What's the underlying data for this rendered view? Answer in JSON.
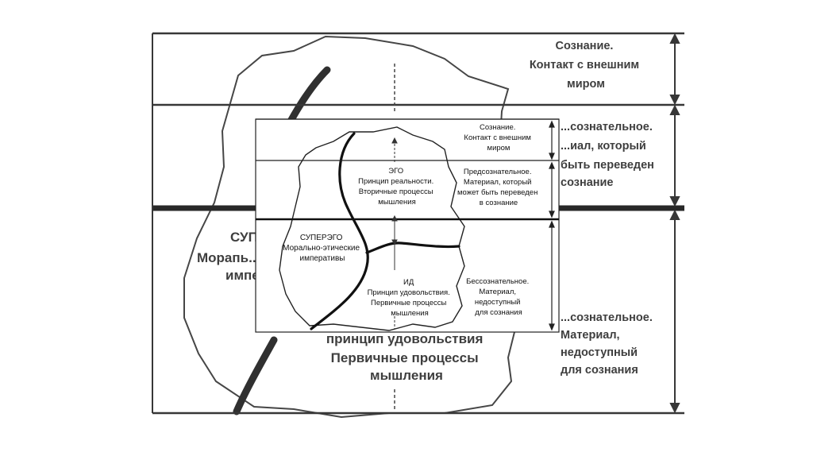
{
  "background": {
    "levels": {
      "conscious": [
        "Сознание.",
        "Контакт с внешним",
        "миром"
      ],
      "preconscious": [
        "...сознательное.",
        "...иал, который",
        "быть переведен",
        "сознание"
      ],
      "unconscious": [
        "...сознательное.",
        "Материал,",
        "недоступный",
        "для сознания"
      ]
    },
    "superego": [
      "СУПЕ...",
      "Морапь...",
      "импе..."
    ],
    "id": [
      "принцип удовольствия",
      "Первичные процессы",
      "мышления"
    ]
  },
  "inset": {
    "levels": {
      "conscious": [
        "Сознание.",
        "Контакт с внешним",
        "миром"
      ],
      "preconscious": [
        "Предсознательное.",
        "Материал, который",
        "может быть переведен",
        "в сознание"
      ],
      "unconscious": [
        "Бессознательное.",
        "Материал,",
        "недоступный",
        "для сознания"
      ]
    },
    "ego": [
      "ЭГО",
      "Принцип реальности.",
      "Вторичные процессы",
      "мышления"
    ],
    "superego": [
      "СУПЕРЭГО",
      "Морально-этические",
      "императивы"
    ],
    "id": [
      "ИД",
      "Принцип удовольствия.",
      "Первичные процессы",
      "мышления"
    ]
  }
}
